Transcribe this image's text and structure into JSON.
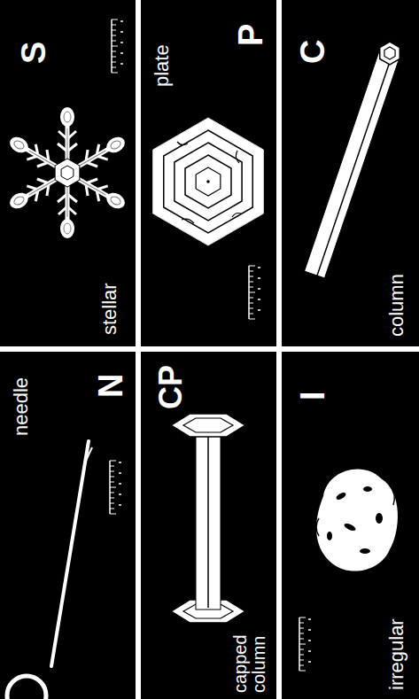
{
  "diagram": {
    "nodes": [
      {
        "text": [
          "S",
          "stellar"
        ]
      },
      {
        "text": [
          "P",
          "plate"
        ]
      },
      {
        "text": [
          "C",
          "column"
        ]
      },
      {
        "text": [
          "N",
          "needle"
        ]
      },
      {
        "text": [
          "CP",
          "capped column"
        ]
      },
      {
        "text": [
          "I",
          "irregular"
        ]
      }
    ]
  }
}
